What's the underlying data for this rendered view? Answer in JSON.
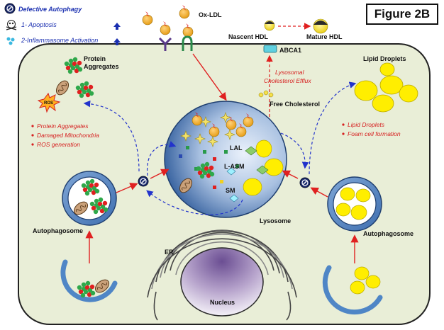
{
  "figure_label": "Figure 2B",
  "legend": {
    "defective": "Defective Autophagy",
    "apoptosis": "1- Apoptosis",
    "inflammasome": "2-Inflammasome Activation"
  },
  "labels": {
    "oxldl": "Ox-LDL",
    "nascent_hdl": "Nascent HDL",
    "mature_hdl": "Mature HDL",
    "abca1": "ABCA1",
    "efflux_1": "Lysosomal",
    "efflux_2": "Cholesterol Efflux",
    "free_chol": "Free Cholesterol",
    "protein_agg_1": "Protein",
    "protein_agg_2": "Aggregates",
    "ros": "ROS",
    "lipid_droplets": "Lipid Droplets",
    "lal": "LAL",
    "lasm": "L-ASM",
    "sm": "SM",
    "lysosome": "Lysosome",
    "autophagosome_left": "Autophagosome",
    "autophagosome_right": "Autophagosome",
    "er": "ER",
    "nucleus": "Nucleus"
  },
  "left_bullets": [
    "Protein Aggregates",
    "Damaged Mitochondria",
    "ROS generation"
  ],
  "right_bullets": [
    "Lipid Droplets",
    "Foam cell formation"
  ],
  "colors": {
    "cell_fill": "#e9eed7",
    "membrane": "#222222",
    "lysosome": "#3f6fa8",
    "autophagosome": "#4f86c6",
    "droplet": "#ffee00",
    "red_arrow": "#e02020",
    "blue_dash": "#2233cc",
    "nucleus": "#7a5aa0"
  }
}
